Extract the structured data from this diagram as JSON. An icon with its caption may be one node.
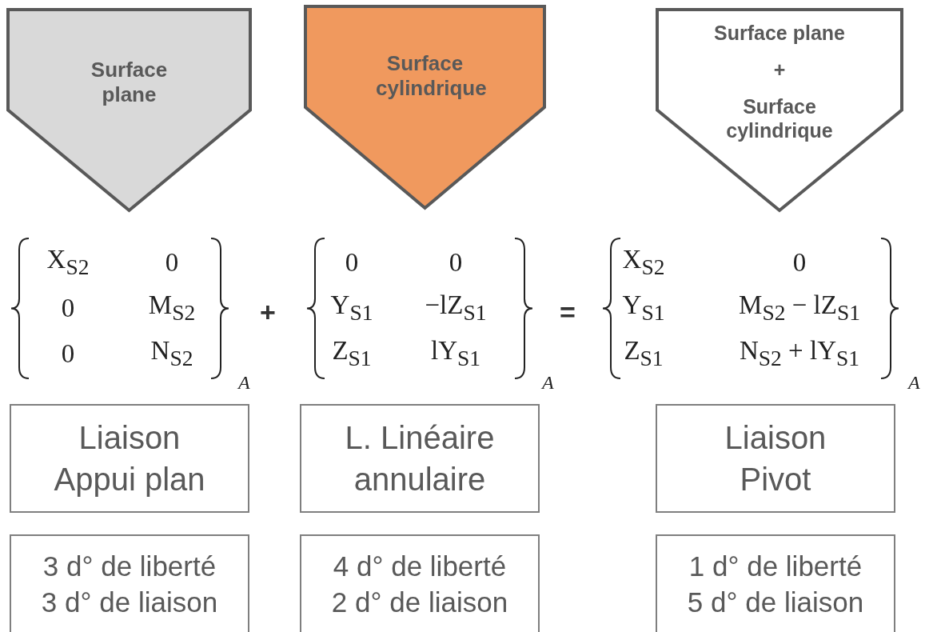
{
  "diagram": {
    "nodes": [
      {
        "text": [
          "Surface plane"
        ]
      },
      {
        "text": [
          "Surface cylindrique"
        ]
      },
      {
        "text": [
          "Surface plane",
          "+",
          "Surface cylindrique"
        ]
      },
      {
        "text": [
          "Liaison Appui plan"
        ]
      },
      {
        "text": [
          "L. Linéaire annulaire"
        ]
      },
      {
        "text": [
          "Liaison Pivot"
        ]
      },
      {
        "text": [
          "3 d° de liberté",
          "3 d° de liaison"
        ]
      },
      {
        "text": [
          "4 d° de liberté",
          "2 d° de liaison"
        ]
      },
      {
        "text": [
          "1 d° de liberté",
          "5 d° de liaison"
        ]
      }
    ],
    "labels": [
      "X$_{S2}$",
      "0",
      "0",
      "M$_{S2}$",
      "0",
      "N$_{S2}$",
      "A",
      "+",
      "0",
      "0",
      "Y$_{S1}$",
      "−lZ$_{S1}$",
      "Z$_{S1}$",
      "lY$_{S1}$",
      "A",
      "=",
      "X$_{S2}$",
      "0",
      "Y$_{S1}$",
      "M$_{S2}$ − lZ$_{S1}$",
      "Z$_{S1}$",
      "N$_{S2}$ + lY$_{S1}$",
      "A"
    ]
  }
}
